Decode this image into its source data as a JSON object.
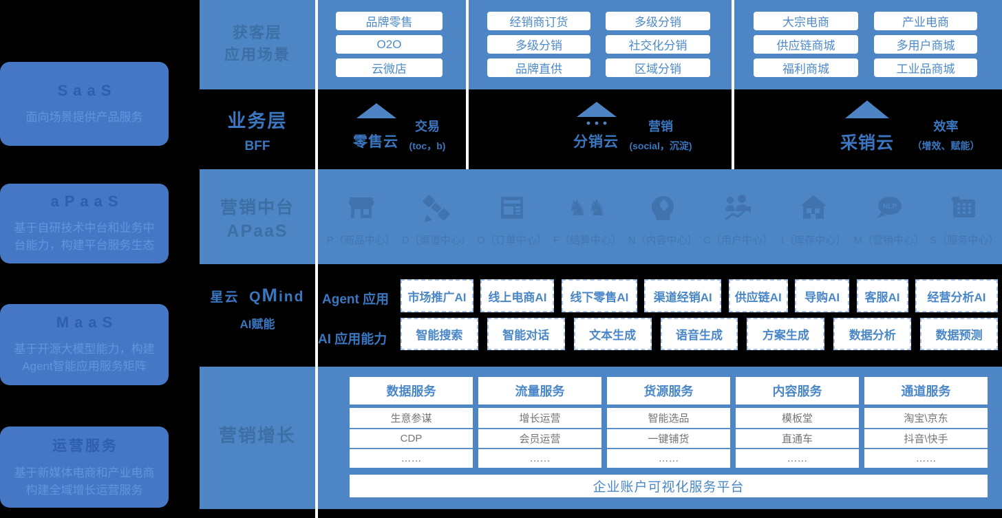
{
  "left_panels": [
    {
      "title": "SaaS",
      "desc": "面向场景提供产品服务"
    },
    {
      "title": "aPaaS",
      "desc": "基于自研技术中台和业务中台能力，构建平台服务生态"
    },
    {
      "title": "MaaS",
      "desc": "基于开源大模型能力，构建Agent智能应用服务矩阵"
    },
    {
      "title": "运营服务",
      "desc": "基于新媒体电商和产业电商构建全域增长运营服务"
    }
  ],
  "acquisition": {
    "label_line1": "获客层",
    "label_line2": "应用场景",
    "groups": [
      [
        "品牌零售",
        "O2O",
        "云微店"
      ],
      [
        "经销商订货",
        "多级分销",
        "品牌直供"
      ],
      [
        "多级分销",
        "社交化分销",
        "区域分销"
      ],
      [
        "大宗电商",
        "供应链商城",
        "福利商城"
      ],
      [
        "产业电商",
        "多用户商城",
        "工业品商城"
      ]
    ]
  },
  "business": {
    "label_line1": "业务层",
    "label_line2": "BFF",
    "clouds": [
      {
        "name": "零售云",
        "tag": "交易",
        "sub": "(toc，b)"
      },
      {
        "name": "分销云",
        "tag": "营销",
        "sub": "(social，沉淀)"
      },
      {
        "name": "采销云",
        "tag": "效率",
        "sub": "（增效、赋能）"
      }
    ]
  },
  "apaas": {
    "label_line1": "营销中台",
    "label_line2": "APaaS",
    "centers": [
      {
        "label": "P（商品中心）"
      },
      {
        "label": "D（渠道中心）"
      },
      {
        "label": "O（订单中心）"
      },
      {
        "label": "F（结算中心）"
      },
      {
        "label": "N（内容中心）"
      },
      {
        "label": "C（用户中心）"
      },
      {
        "label": "I（库存中心）"
      },
      {
        "label": "M（营销中心）"
      },
      {
        "label": "S（服务中心）"
      }
    ],
    "icon_glyphs": {
      "chess": "♞♞",
      "nlp": "NLP"
    }
  },
  "ai": {
    "brand_zh": "星云",
    "brand_q": "Q",
    "brand_m": "M",
    "brand_rest": "ind",
    "brand_sub": "AI赋能",
    "agent_label": "Agent 应用",
    "agent_apps": [
      "市场推广AI",
      "线上电商AI",
      "线下零售AI",
      "渠道经销AI",
      "供应链AI",
      "导购AI",
      "客服AI",
      "经营分析AI"
    ],
    "capability_label": "AI 应用能力",
    "capabilities": [
      "智能搜索",
      "智能对话",
      "文本生成",
      "语音生成",
      "方案生成",
      "数据分析",
      "数据预测"
    ]
  },
  "growth": {
    "label": "营销增长",
    "columns": [
      {
        "header": "数据服务",
        "items": [
          "生意参谋",
          "CDP",
          "……"
        ]
      },
      {
        "header": "流量服务",
        "items": [
          "增长运营",
          "会员运营",
          "……"
        ]
      },
      {
        "header": "货源服务",
        "items": [
          "智能选品",
          "一键铺货",
          "……"
        ]
      },
      {
        "header": "内容服务",
        "items": [
          "模板堂",
          "直通车",
          "……"
        ]
      },
      {
        "header": "通道服务",
        "items": [
          "淘宝\\京东",
          "抖音\\快手",
          "……"
        ]
      }
    ],
    "platform": "企业账户可视化服务平台"
  },
  "colors": {
    "main_blue": "#4E86C5",
    "panel_blue": "#4577C5",
    "accent_blue": "#3B77C1",
    "button_text_blue": "#4A87C8",
    "black": "#000000"
  }
}
